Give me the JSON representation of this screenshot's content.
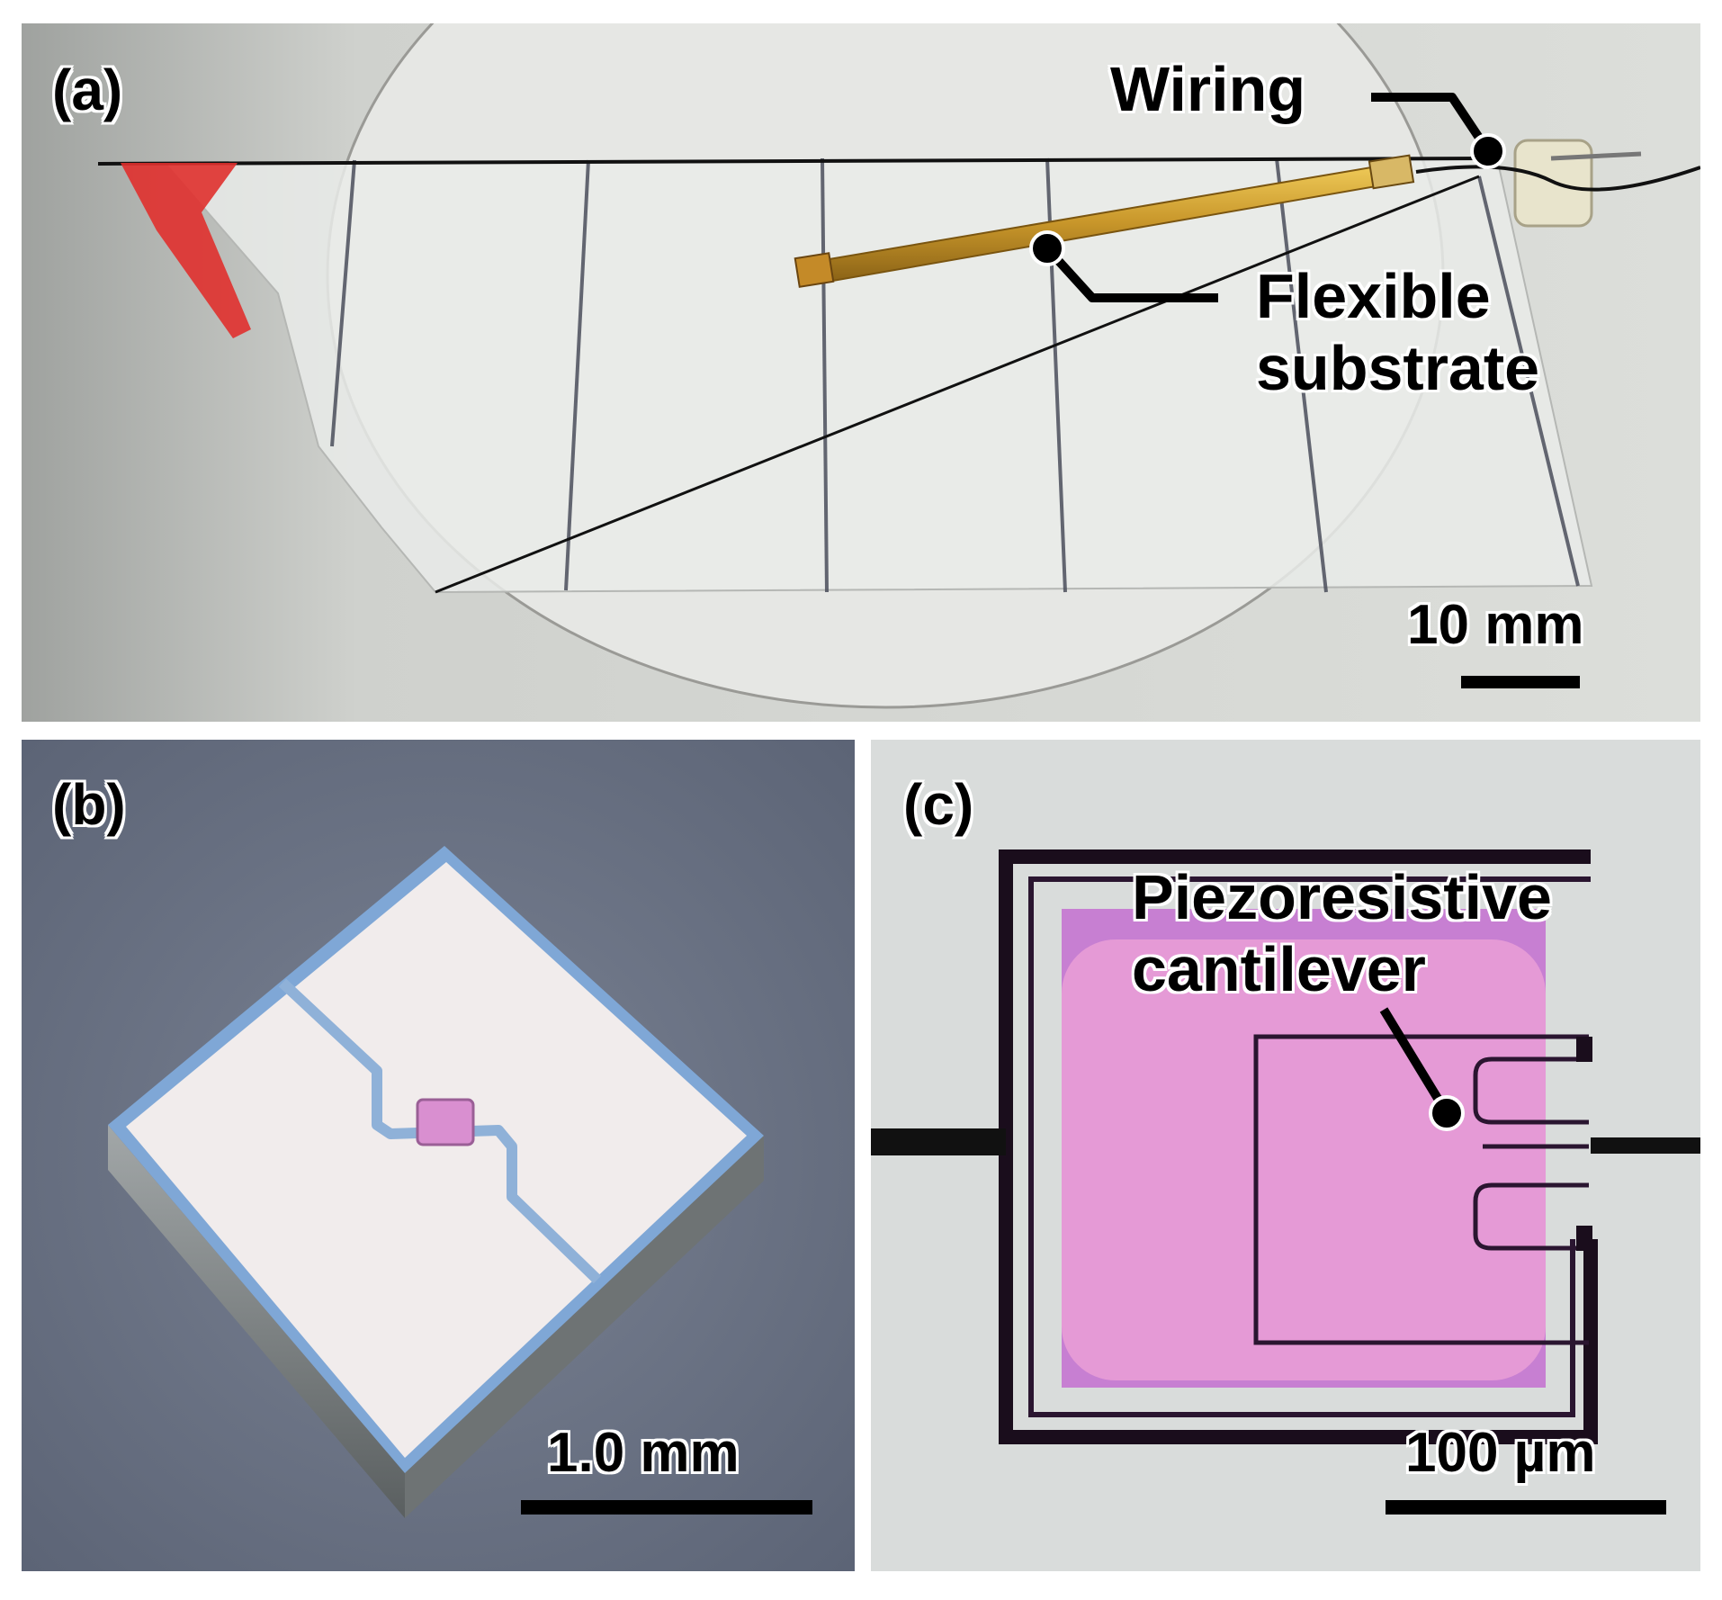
{
  "panels": [
    {
      "label": "(a)",
      "callouts": [
        "Wiring",
        "Flexible",
        "substrate"
      ],
      "scale_bar": "10 mm"
    },
    {
      "label": "(b)",
      "scale_bar": "1.0 mm"
    },
    {
      "label": "(c)",
      "callouts": [
        "Piezoresistive",
        "cantilever"
      ],
      "scale_bar": "100 µm"
    }
  ],
  "colors": {
    "background_a": "#d6d8d3",
    "background_b": "#6b7384",
    "background_c": "#d9dcdb",
    "gold": "#c99a2e",
    "red_tape": "#e0302d",
    "chip_pink": "#d98fd0",
    "chip_blue_edge": "#7fa7d6"
  }
}
